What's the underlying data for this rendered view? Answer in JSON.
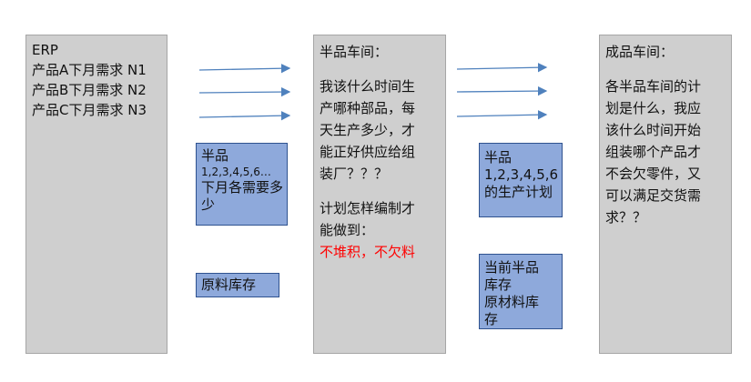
{
  "erp": {
    "title": "ERP",
    "lines": [
      "产品A下月需求 N1",
      "产品B下月需求 N2",
      "产品C下月需求 N3"
    ]
  },
  "semi_workshop": {
    "title": "半品车间：",
    "question": [
      "我该什么时间生",
      "产哪种部品，每",
      "天生产多少，才",
      "能正好供应给组",
      "装厂？？？"
    ],
    "plan_question": [
      "计划怎样编制才",
      "能做到："
    ],
    "goal": "不堆积，不欠料"
  },
  "finished_workshop": {
    "title": "成品车间：",
    "question": [
      "各半品车间的计",
      "划是什么，我应",
      "该什么时间开始",
      "组装哪个产品才",
      "不会欠零件，又",
      "可以满足交货需",
      "求？？"
    ]
  },
  "semi_demand_box": {
    "line1": "半品",
    "line2": "1,2,3,4,5,6…",
    "line3": "下月各需要多",
    "line4": "少"
  },
  "raw_stock_box": {
    "label": "原料库存"
  },
  "semi_plan_box": {
    "line1": "半品",
    "line2": "1,2,3,4,5,6",
    "line3": "的生产计划"
  },
  "current_stock_box": {
    "line1": "当前半品",
    "line2": "库存",
    "line3": "原材料库",
    "line4": "存"
  },
  "colors": {
    "panel": "#cfcfcf",
    "box": "#8ea9db",
    "arrow": "#4f81bd",
    "goal_text": "#ff0000"
  }
}
